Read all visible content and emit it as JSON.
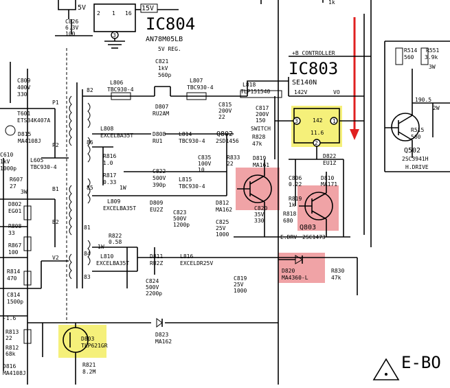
{
  "colors": {
    "highlight_yellow": "#f5f07a",
    "highlight_pink": "#f0a3a6",
    "arrow_red": "#e02020",
    "line": "#000000"
  },
  "ic804": {
    "name": "IC804",
    "part": "AN78M05LB",
    "tag": "5V REG."
  },
  "ic803": {
    "name": "IC803",
    "part": "SE140N",
    "tag": "142V",
    "header": "+B CONTROLLER",
    "vo": "VO",
    "body": "11.6",
    "pin1": "1",
    "pin2": "2",
    "pin3": "3",
    "pin_label": "142"
  },
  "rails": {
    "v5": "5V",
    "v15": "15V"
  },
  "ic804_pins": {
    "p2": "2",
    "p1": "1",
    "p3": "3",
    "p16": "16"
  },
  "top": {
    "c826": [
      "C826",
      "6.3V",
      "100"
    ],
    "r1k": "1k"
  },
  "c821": [
    "C821",
    "1kV",
    "560p"
  ],
  "l806": [
    "L806",
    "TBC930-4"
  ],
  "l807": [
    "L807",
    "TBC930-4"
  ],
  "d807": [
    "D807",
    "RU2AM"
  ],
  "l818": [
    "L818",
    "TLP151540"
  ],
  "c815": [
    "C815",
    "200V",
    "22"
  ],
  "c817": [
    "C817",
    "200V",
    "150"
  ],
  "l808": [
    "L808",
    "EXCELBA35T"
  ],
  "d808": [
    "D808",
    "RU1"
  ],
  "l814": [
    "L814",
    "TBC930-4"
  ],
  "q802": [
    "Q802",
    "2SD1456"
  ],
  "switch": "SWITCH",
  "r828": [
    "R828",
    "47k"
  ],
  "r816": [
    "R816",
    "1.0"
  ],
  "c822": [
    "C822",
    "500V",
    "390p"
  ],
  "c835": [
    "C835",
    "100V",
    "10"
  ],
  "r833": [
    "R833",
    "22"
  ],
  "d819": [
    "D819",
    "MA161"
  ],
  "d822": [
    "D822",
    "EU1Z"
  ],
  "d810": [
    "D810",
    "MA171"
  ],
  "c806": [
    "C806",
    "0.22"
  ],
  "r817": [
    "R817",
    "0.33",
    "1W"
  ],
  "l815": [
    "L815",
    "TBC930-4"
  ],
  "l809": [
    "L809",
    "EXCELBA35T"
  ],
  "d809": [
    "D809",
    "EU2Z"
  ],
  "c823": [
    "C823",
    "500V",
    "1200p"
  ],
  "d812": [
    "D812",
    "MA162"
  ],
  "c825": [
    "C825",
    "25V",
    "1000"
  ],
  "c820": [
    "C820",
    "35V",
    "330"
  ],
  "r818": [
    "R818",
    "680"
  ],
  "r819": [
    "R819",
    "1k"
  ],
  "q803": [
    "Q803",
    "2SC1473"
  ],
  "e_drv": "E.DRV",
  "r822": [
    "R822",
    "0.58",
    "1W"
  ],
  "l810": [
    "L810",
    "EXCELBA35T"
  ],
  "d811": [
    "D811",
    "RU2Z"
  ],
  "l816": [
    "L816",
    "EXCELDR25V"
  ],
  "c824": [
    "C824",
    "500V",
    "2200p"
  ],
  "c819": [
    "C819",
    "25V",
    "1000"
  ],
  "d820": [
    "D820",
    "MA4360-L"
  ],
  "r830": [
    "R830",
    "47k"
  ],
  "d803": [
    "D803",
    "TLP621GR"
  ],
  "d823": [
    "D823",
    "MA162"
  ],
  "r821": [
    "R821",
    "8.2M"
  ],
  "t_left": {
    "c809": [
      "C809",
      "400V",
      "330"
    ],
    "t601": [
      "T601",
      "ETS34K407A"
    ],
    "d815": [
      "D815",
      "MA4108J"
    ],
    "c610": [
      "C610",
      "1kV",
      "1000p"
    ],
    "l605": [
      "L605",
      "TBC930-4"
    ],
    "r607": [
      "R607",
      "27",
      "3W"
    ],
    "d802": [
      "D802",
      "EG01"
    ],
    "r808": [
      "R808",
      "33"
    ],
    "r867": [
      "R867",
      "100"
    ],
    "r814": [
      "R814",
      "470"
    ],
    "c814": [
      "C814",
      "1500p"
    ],
    "r813": [
      "R813",
      "22"
    ],
    "r812": [
      "R812",
      "68k"
    ],
    "d816": [
      "D816",
      "MA4108J"
    ],
    "v_ratio": "-1.6"
  },
  "pins": {
    "p1": "P1",
    "p2": "P2",
    "b1": "B1",
    "b2": "B2",
    "v2": "V2",
    "n82": "82",
    "n86": "86",
    "n85": "85",
    "n81": "81",
    "n84": "84",
    "n83": "83"
  },
  "right": {
    "r514": [
      "R514",
      "560"
    ],
    "r551": [
      "R551",
      "3.9k",
      "3W"
    ],
    "r515": [
      "R515",
      "560"
    ],
    "q502": [
      "Q502",
      "2SC3941H"
    ],
    "h_drive": "H.DRIVE",
    "n190": "190.5",
    "w2": "2W"
  },
  "page": "E-BO"
}
